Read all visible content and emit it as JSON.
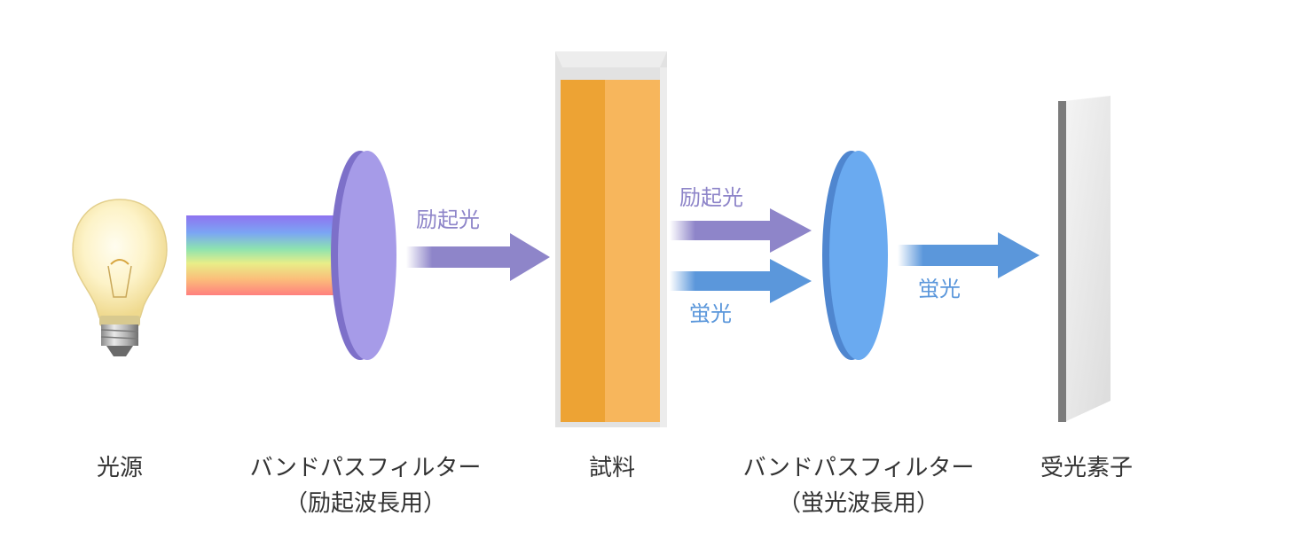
{
  "colors": {
    "excitation": "#8e85c9",
    "fluorescence": "#5b97db",
    "filter_excitation": "#a69be8",
    "filter_fluorescence": "#6aaaf0",
    "sample": "#eda334",
    "caption_text": "#333333"
  },
  "components": {
    "light_source": {
      "label": "光源",
      "icon": "light-bulb-icon"
    },
    "excitation_filter": {
      "label_line1": "バンドパスフィルター",
      "label_line2": "（励起波長用）"
    },
    "sample": {
      "label": "試料"
    },
    "emission_filter": {
      "label_line1": "バンドパスフィルター",
      "label_line2": "（蛍光波長用）"
    },
    "detector": {
      "label": "受光素子"
    }
  },
  "beams": {
    "excitation_in": "励起光",
    "excitation_out": "励起光",
    "fluorescence_out": "蛍光",
    "fluorescence_final": "蛍光"
  }
}
